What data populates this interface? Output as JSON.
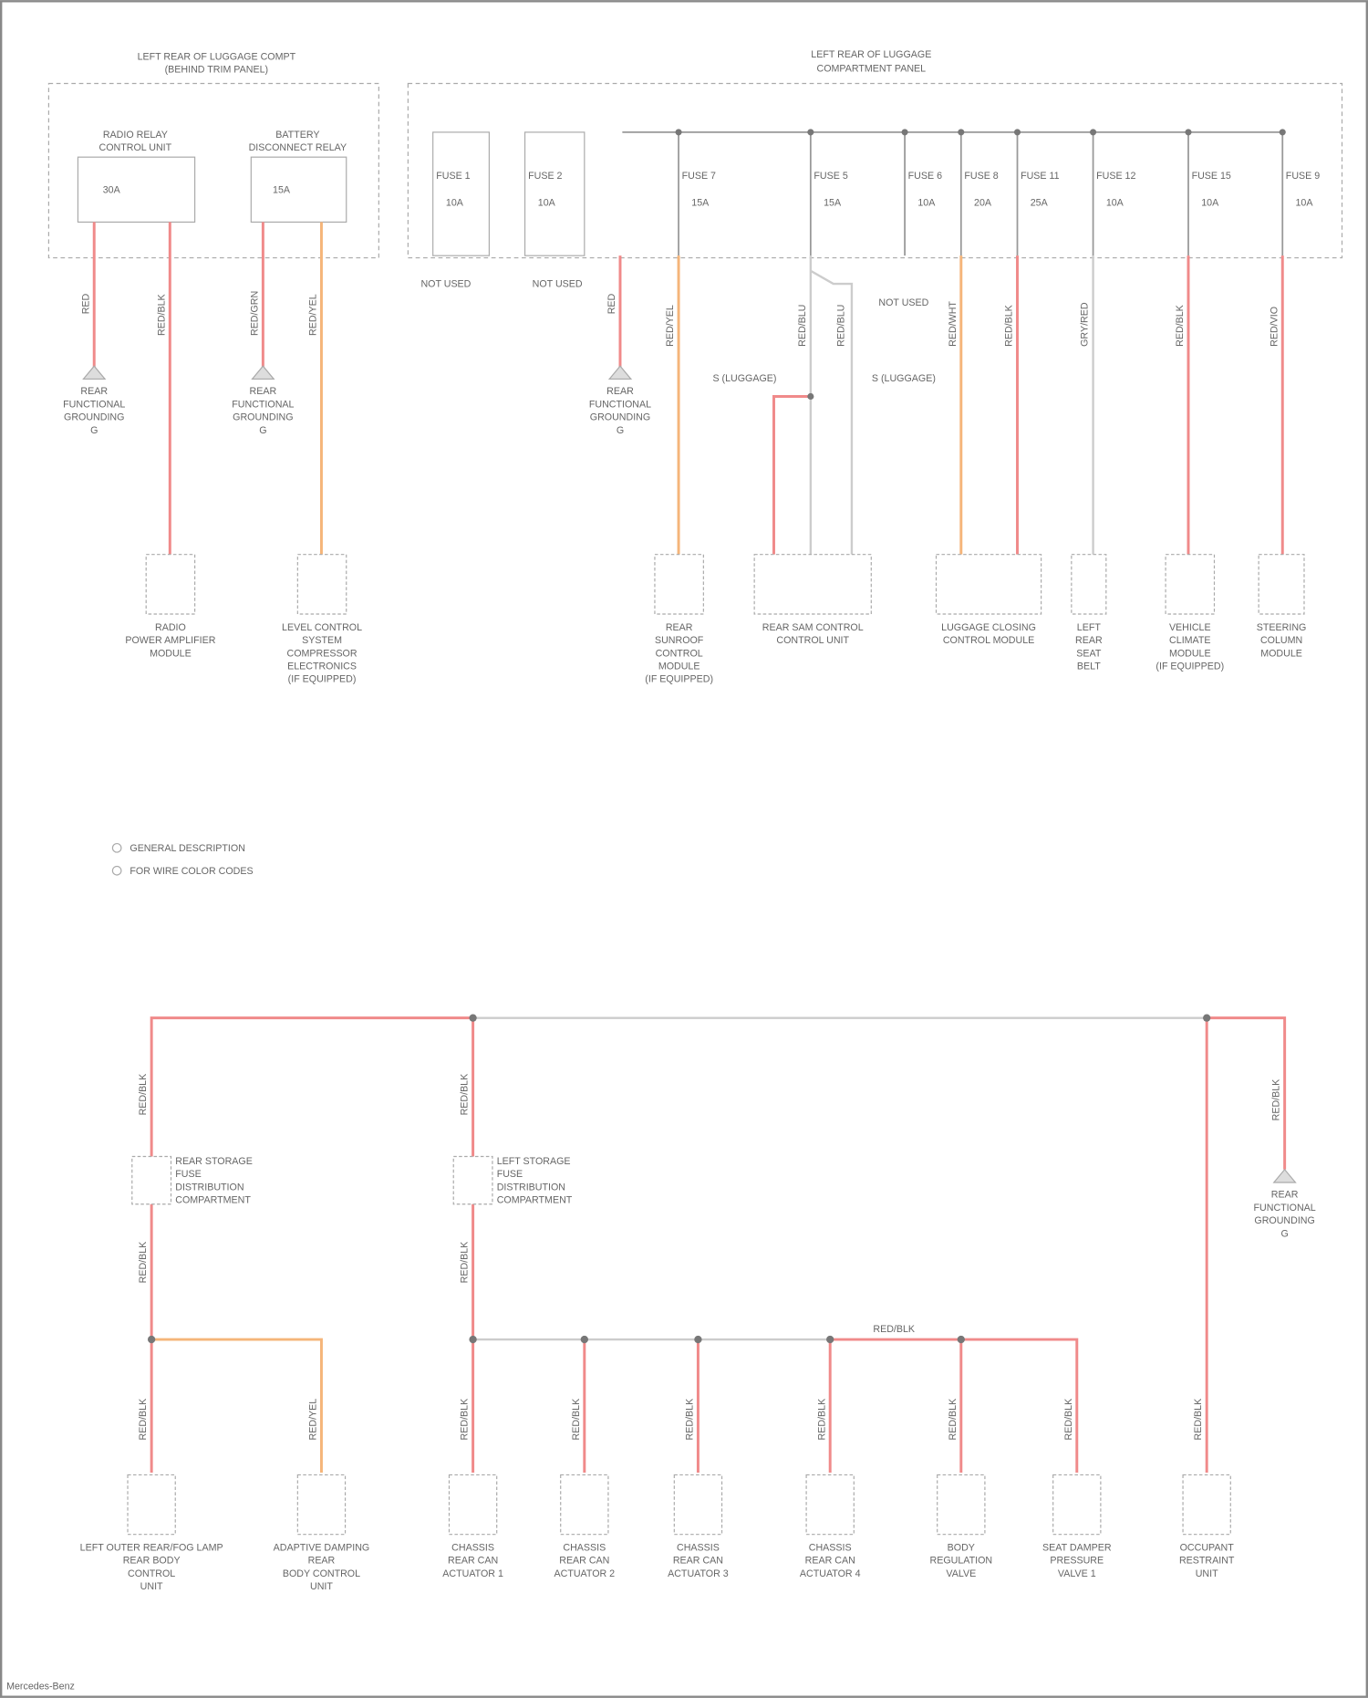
{
  "top_left": {
    "title1": "LEFT REAR OF LUGGAGE COMPT",
    "title2": "(BEHIND TRIM PANEL)",
    "relay1": {
      "l1": "RADIO RELAY",
      "l2": "CONTROL UNIT",
      "pins": "30A"
    },
    "relay2": {
      "l1": "BATTERY",
      "l2": "DISCONNECT RELAY",
      "pins": "15A"
    }
  },
  "top_right": {
    "title1": "LEFT REAR OF LUGGAGE",
    "title2": "COMPARTMENT PANEL"
  },
  "fuses": [
    {
      "name": "FUSE 1",
      "amp": "10A"
    },
    {
      "name": "FUSE 2",
      "amp": "10A"
    },
    {
      "name": "FUSE 7",
      "amp": "15A"
    },
    {
      "name": "FUSE 5",
      "amp": "15A"
    },
    {
      "name": "FUSE 6",
      "amp": "10A"
    },
    {
      "name": "FUSE 8",
      "amp": "20A"
    },
    {
      "name": "FUSE 11",
      "amp": "25A"
    },
    {
      "name": "FUSE 12",
      "amp": "10A"
    },
    {
      "name": "FUSE 15",
      "amp": "10A"
    },
    {
      "name": "FUSE 9",
      "amp": "10A"
    }
  ],
  "not_used": [
    "NOT USED",
    "NOT USED",
    "NOT USED"
  ],
  "wire_colors": {
    "red": "#f08a8a",
    "orange": "#f5b57a",
    "gray": "#cccccc"
  },
  "wire_labels": [
    "RED",
    "RED/BLK",
    "RED/GRN",
    "RED/YEL",
    "RED/BLU",
    "RED/WHT",
    "GRY/RED",
    "RED/VIO"
  ],
  "grounds": [
    "REAR FUNCTIONAL GROUNDING G",
    "REAR FUNCTIONAL GROUNDING G",
    "REAR FUNCTIONAL GROUNDING G",
    "REAR FUNCTIONAL GROUNDING G"
  ],
  "splices": [
    "S (LUGGAGE)",
    "S (LUGGAGE)"
  ],
  "top_components": [
    [
      "RADIO",
      "POWER AMPLIFIER",
      "MODULE"
    ],
    [
      "LEVEL CONTROL",
      "SYSTEM",
      "COMPRESSOR",
      "ELECTRONICS",
      "(IF EQUIPPED)"
    ],
    [
      "REAR",
      "SUNROOF",
      "CONTROL",
      "MODULE",
      "(IF EQUIPPED)"
    ],
    [
      "REAR SAM CONTROL",
      "CONTROL UNIT"
    ],
    [
      "LUGGAGE CLOSING",
      "CONTROL MODULE"
    ],
    [
      "LEFT",
      "REAR",
      "SEAT",
      "BELT"
    ],
    [
      "VEHICLE",
      "CLIMATE",
      "MODULE",
      "(IF EQUIPPED)"
    ],
    [
      "STEERING",
      "COLUMN",
      "MODULE"
    ]
  ],
  "legend": [
    "GENERAL DESCRIPTION",
    "FOR WIRE COLOR CODES"
  ],
  "fuse_blocks": [
    [
      "REAR STORAGE",
      "FUSE",
      "DISTRIBUTION",
      "COMPARTMENT"
    ],
    [
      "LEFT STORAGE",
      "FUSE",
      "DISTRIBUTION",
      "COMPARTMENT"
    ]
  ],
  "bottom_ground": [
    "REAR",
    "FUNCTIONAL",
    "GROUNDING",
    "G"
  ],
  "bottom_components": [
    [
      "LEFT OUTER REAR/FOG LAMP",
      "REAR BODY",
      "CONTROL",
      "UNIT"
    ],
    [
      "ADAPTIVE DAMPING",
      "REAR",
      "BODY CONTROL",
      "UNIT"
    ],
    [
      "CHASSIS",
      "REAR CAN",
      "ACTUATOR 1"
    ],
    [
      "CHASSIS",
      "REAR CAN",
      "ACTUATOR 2"
    ],
    [
      "CHASSIS",
      "REAR CAN",
      "ACTUATOR 3"
    ],
    [
      "CHASSIS",
      "REAR CAN",
      "ACTUATOR 4"
    ],
    [
      "BODY",
      "REGULATION",
      "VALVE"
    ],
    [
      "SEAT DAMPER",
      "PRESSURE",
      "VALVE 1"
    ],
    [
      "OCCUPANT",
      "RESTRAINT",
      "UNIT"
    ]
  ],
  "footer": "Mercedes-Benz"
}
